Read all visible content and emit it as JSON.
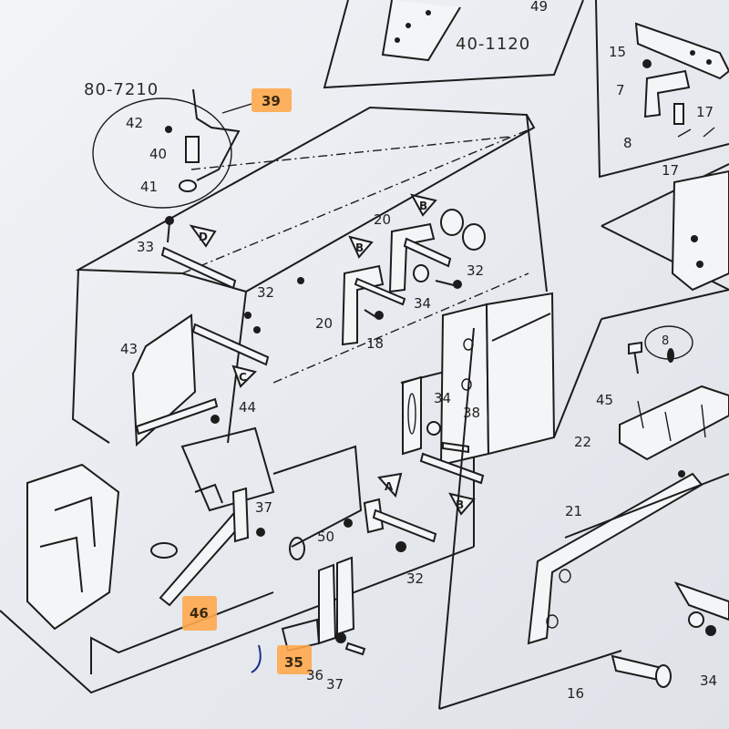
{
  "refs": {
    "top_left": "80-7210",
    "top_center": "40-1120",
    "top_center_partial": "49"
  },
  "labels": {
    "l39": "39",
    "l42": "42",
    "l40": "40",
    "l41": "41",
    "l33": "33",
    "l43": "43",
    "l32a": "32",
    "l32b": "32",
    "l32c": "32",
    "l44": "44",
    "l20a": "20",
    "l20b": "20",
    "l18": "18",
    "l34a": "34",
    "l34b": "34",
    "l34c": "34",
    "l38": "38",
    "l37a": "37",
    "l37b": "37",
    "l50": "50",
    "l46": "46",
    "l35": "35",
    "l36": "36",
    "l15": "15",
    "l7": "7",
    "l17a": "17",
    "l17b": "17",
    "l8": "8",
    "l45": "45",
    "l22": "22",
    "l21": "21",
    "l16": "16"
  },
  "letter_markers": {
    "D": "D",
    "B1": "B",
    "B2": "B",
    "C": "C",
    "A": "A",
    "B3": "B"
  },
  "highlight_color": "#ffa94d"
}
